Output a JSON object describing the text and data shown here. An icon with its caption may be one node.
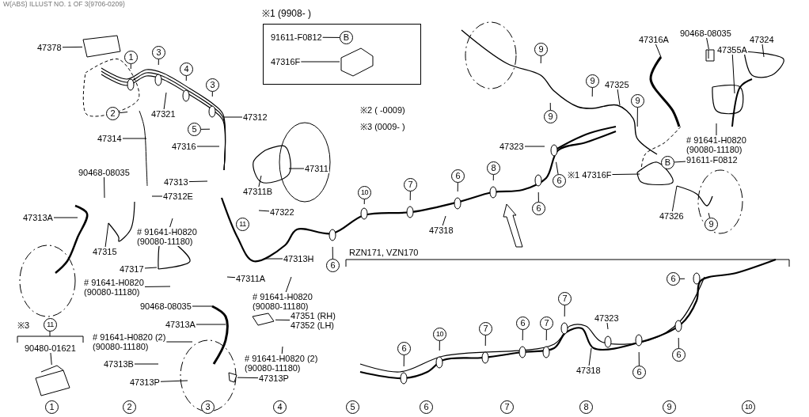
{
  "diagram": {
    "nodes": [
      {
        "text": [
          "※1 (9908- )"
        ]
      },
      {
        "text": [
          "91611-F0812"
        ],
        "in": 0
      },
      {
        "text": [
          "B"
        ],
        "in": 0
      },
      {
        "text": [
          "47316F"
        ],
        "in": 0
      },
      {
        "text": [
          "47378"
        ]
      },
      {
        "text": [
          "1"
        ]
      },
      {
        "text": [
          "3"
        ]
      },
      {
        "text": [
          "4"
        ]
      },
      {
        "text": [
          "3"
        ]
      },
      {
        "text": [
          "2"
        ]
      },
      {
        "text": [
          "47321"
        ]
      },
      {
        "text": [
          "47312"
        ]
      },
      {
        "text": [
          "5"
        ]
      },
      {
        "text": [
          "47314"
        ]
      },
      {
        "text": [
          "47316"
        ]
      },
      {
        "text": [
          "47311"
        ]
      },
      {
        "text": [
          "47313"
        ]
      },
      {
        "text": [
          "90468-08035"
        ]
      },
      {
        "text": [
          "47311B"
        ]
      },
      {
        "text": [
          "47312E"
        ]
      },
      {
        "text": [
          "47313A"
        ]
      },
      {
        "text": [
          "47322"
        ]
      },
      {
        "text": [
          "11"
        ]
      },
      {
        "text": [
          "47315"
        ]
      },
      {
        "text": [
          "# 91641-H0820",
          "(90080-11180)"
        ]
      },
      {
        "text": [
          "47317"
        ]
      },
      {
        "text": [
          "47313H"
        ]
      },
      {
        "text": [
          "47311A"
        ]
      },
      {
        "text": [
          "# 91641-H0820",
          "(90080-11180)"
        ]
      },
      {
        "text": [
          "# 91641-H0820",
          "(90080-11180)"
        ]
      },
      {
        "text": [
          "90468-08035"
        ]
      },
      {
        "text": [
          "47351 (RH)",
          "47352 (LH)"
        ]
      },
      {
        "text": [
          "47313A"
        ]
      },
      {
        "text": [
          "# 91641-H0820 (2)",
          "(90080-11180)"
        ]
      },
      {
        "text": [
          "47313B"
        ]
      },
      {
        "text": [
          "# 91641-H0820 (2)",
          "(90080-11180)"
        ]
      },
      {
        "text": [
          "47313P"
        ]
      },
      {
        "text": [
          "47313P"
        ]
      },
      {
        "text": [
          "11"
        ]
      },
      {
        "text": [
          "90480-01621"
        ]
      },
      {
        "text": [
          "9"
        ]
      },
      {
        "text": [
          "9"
        ]
      },
      {
        "text": [
          "9"
        ]
      },
      {
        "text": [
          "47325"
        ]
      },
      {
        "text": [
          "9"
        ]
      },
      {
        "text": [
          "47316A"
        ]
      },
      {
        "text": [
          "90468-08035"
        ]
      },
      {
        "text": [
          "47355A"
        ]
      },
      {
        "text": [
          "47324"
        ]
      },
      {
        "text": [
          "# 91641-H0820",
          "(90080-11180)"
        ]
      },
      {
        "text": [
          "B"
        ]
      },
      {
        "text": [
          "91611-F0812"
        ]
      },
      {
        "text": [
          "※1 47316F"
        ]
      },
      {
        "text": [
          "47326"
        ]
      },
      {
        "text": [
          "9"
        ]
      },
      {
        "text": [
          "47323"
        ]
      },
      {
        "text": [
          "6"
        ]
      },
      {
        "text": [
          "6"
        ]
      },
      {
        "text": [
          "10"
        ]
      },
      {
        "text": [
          "7"
        ]
      },
      {
        "text": [
          "6"
        ]
      },
      {
        "text": [
          "8"
        ]
      },
      {
        "text": [
          "47318"
        ]
      },
      {
        "text": [
          "6"
        ]
      },
      {
        "text": [
          "6"
        ]
      },
      {
        "text": [
          "7"
        ]
      },
      {
        "text": [
          "47323"
        ]
      },
      {
        "text": [
          "7"
        ]
      },
      {
        "text": [
          "6"
        ]
      },
      {
        "text": [
          "7"
        ]
      },
      {
        "text": [
          "10"
        ]
      },
      {
        "text": [
          "6"
        ]
      },
      {
        "text": [
          "47318"
        ]
      },
      {
        "text": [
          "6"
        ]
      },
      {
        "text": [
          "6"
        ]
      },
      {
        "text": [
          "1"
        ]
      },
      {
        "text": [
          "2"
        ]
      },
      {
        "text": [
          "3"
        ]
      },
      {
        "text": [
          "4"
        ]
      },
      {
        "text": [
          "5"
        ]
      },
      {
        "text": [
          "6"
        ]
      },
      {
        "text": [
          "7"
        ]
      },
      {
        "text": [
          "8"
        ]
      },
      {
        "text": [
          "9"
        ]
      },
      {
        "text": [
          "10"
        ]
      },
      {
        "text": [
          "RZN171, VZN170"
        ]
      },
      {
        "text": [],
        "shape": "picture",
        "in": 0
      },
      {
        "text": [],
        "shape": "picture"
      },
      {
        "text": [],
        "shape": "picture"
      },
      {
        "text": [],
        "shape": "picture"
      },
      {
        "text": [],
        "shape": "picture"
      },
      {
        "text": [],
        "shape": "picture"
      }
    ],
    "edges": [
      {
        "from": 1,
        "to": 2,
        "arrow": "none"
      },
      {
        "from": 3,
        "to": 86,
        "arrow": "none"
      },
      {
        "from": 4,
        "to": 87,
        "arrow": "none"
      },
      {
        "from": 5,
        "to": null,
        "arrow": "none"
      },
      {
        "from": 6,
        "to": null,
        "arrow": "none"
      },
      {
        "from": 7,
        "to": null,
        "arrow": "none"
      },
      {
        "from": 8,
        "to": null,
        "arrow": "none"
      },
      {
        "from": 9,
        "to": null,
        "arrow": "none"
      },
      {
        "from": 10,
        "to": null,
        "arrow": "none"
      },
      {
        "from": 11,
        "to": null,
        "arrow": "none"
      },
      {
        "from": 12,
        "to": null,
        "arrow": "none"
      },
      {
        "from": 13,
        "to": null,
        "arrow": "none"
      },
      {
        "from": 14,
        "to": null,
        "arrow": "none"
      },
      {
        "from": 15,
        "to": null,
        "arrow": "none"
      },
      {
        "from": 16,
        "to": null,
        "arrow": "none"
      },
      {
        "from": 17,
        "to": null,
        "arrow": "none"
      },
      {
        "from": 18,
        "to": null,
        "arrow": "none"
      },
      {
        "from": 19,
        "to": null,
        "arrow": "none"
      },
      {
        "from": 20,
        "to": null,
        "arrow": "none"
      },
      {
        "from": 21,
        "to": null,
        "arrow": "none"
      },
      {
        "from": 23,
        "to": null,
        "arrow": "none"
      },
      {
        "from": 24,
        "to": null,
        "arrow": "none"
      },
      {
        "from": 25,
        "to": null,
        "arrow": "none"
      },
      {
        "from": 26,
        "to": null,
        "arrow": "none"
      },
      {
        "from": 27,
        "to": null,
        "arrow": "none"
      },
      {
        "from": 28,
        "to": null,
        "arrow": "none"
      },
      {
        "from": 29,
        "to": null,
        "arrow": "none"
      },
      {
        "from": 30,
        "to": null,
        "arrow": "none"
      },
      {
        "from": 31,
        "to": 89,
        "arrow": "none"
      },
      {
        "from": 32,
        "to": null,
        "arrow": "none"
      },
      {
        "from": 33,
        "to": null,
        "arrow": "none"
      },
      {
        "from": 34,
        "to": null,
        "arrow": "none"
      },
      {
        "from": 35,
        "to": null,
        "arrow": "none"
      },
      {
        "from": 36,
        "to": null,
        "arrow": "none"
      },
      {
        "from": 37,
        "to": 90,
        "arrow": "none"
      },
      {
        "from": 39,
        "to": 88,
        "arrow": "none"
      },
      {
        "from": 40,
        "to": null,
        "arrow": "none"
      },
      {
        "from": 41,
        "to": null,
        "arrow": "none"
      },
      {
        "from": 42,
        "to": null,
        "arrow": "none"
      },
      {
        "from": 43,
        "to": null,
        "arrow": "none"
      },
      {
        "from": 44,
        "to": null,
        "arrow": "none"
      },
      {
        "from": 45,
        "to": null,
        "arrow": "none"
      },
      {
        "from": 46,
        "to": 91,
        "arrow": "none"
      },
      {
        "from": 47,
        "to": null,
        "arrow": "none"
      },
      {
        "from": 48,
        "to": null,
        "arrow": "none"
      },
      {
        "from": 49,
        "to": null,
        "arrow": "none"
      },
      {
        "from": 51,
        "to": 50,
        "arrow": "none"
      },
      {
        "from": 52,
        "to": null,
        "arrow": "none"
      },
      {
        "from": 53,
        "to": null,
        "arrow": "none"
      },
      {
        "from": 54,
        "to": null,
        "arrow": "none"
      },
      {
        "from": 55,
        "to": null,
        "arrow": "none"
      },
      {
        "from": 56,
        "to": null,
        "arrow": "none"
      },
      {
        "from": 57,
        "to": null,
        "arrow": "none"
      },
      {
        "from": 58,
        "to": null,
        "arrow": "none"
      },
      {
        "from": 59,
        "to": null,
        "arrow": "none"
      },
      {
        "from": 60,
        "to": null,
        "arrow": "none"
      },
      {
        "from": 61,
        "to": null,
        "arrow": "none"
      },
      {
        "from": 62,
        "to": null,
        "arrow": "none"
      },
      {
        "from": 63,
        "to": null,
        "arrow": "none"
      },
      {
        "from": 64,
        "to": null,
        "arrow": "none"
      },
      {
        "from": 65,
        "to": null,
        "arrow": "none"
      },
      {
        "from": 66,
        "to": null,
        "arrow": "none"
      },
      {
        "from": 67,
        "to": null,
        "arrow": "none"
      },
      {
        "from": 68,
        "to": null,
        "arrow": "none"
      },
      {
        "from": 69,
        "to": null,
        "arrow": "none"
      },
      {
        "from": 70,
        "to": null,
        "arrow": "none"
      },
      {
        "from": 71,
        "to": null,
        "arrow": "none"
      },
      {
        "from": 72,
        "to": null,
        "arrow": "none"
      },
      {
        "from": 73,
        "to": null,
        "arrow": "none"
      },
      {
        "from": 74,
        "to": null,
        "arrow": "none"
      }
    ],
    "labels": [
      "W(ABS) ILLUST NO. 1 OF 3(9706-0209)",
      "※2 ( -0009)",
      "※3 (0009- )",
      "※3"
    ]
  }
}
